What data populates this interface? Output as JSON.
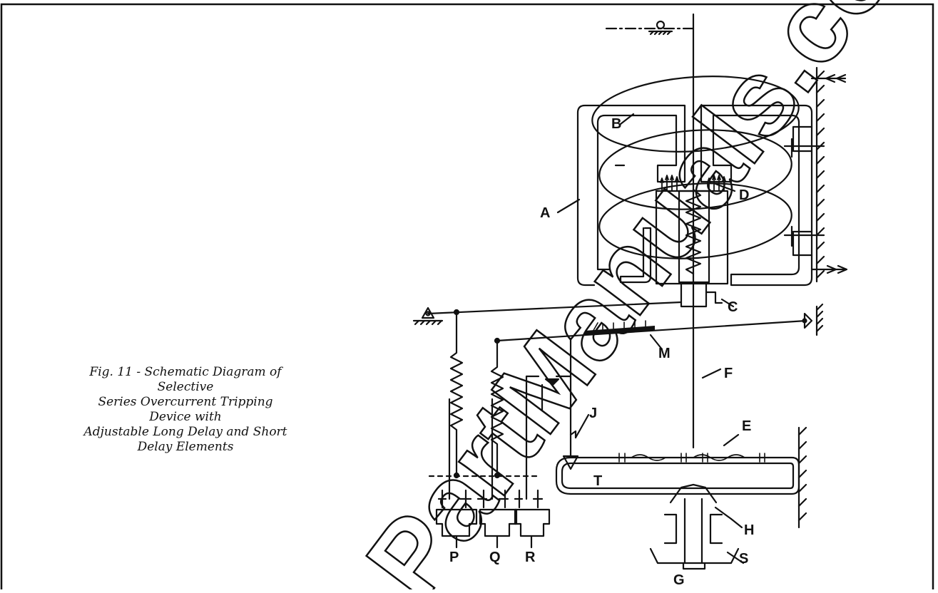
{
  "figure": {
    "caption_lines": [
      "Fig. 11 - Schematic Diagram of Selective",
      "Series Overcurrent Tripping Device with",
      "Adjustable Long Delay and Short",
      "Delay Elements"
    ],
    "labels": {
      "A": "A",
      "B": "B",
      "C": "C",
      "D": "D",
      "E": "E",
      "F": "F",
      "G": "G",
      "H": "H",
      "J": "J",
      "M": "M",
      "P": "P",
      "Q": "Q",
      "R": "R",
      "S": "S",
      "T": "T"
    }
  },
  "watermark": {
    "text": "PartManuals.com"
  }
}
